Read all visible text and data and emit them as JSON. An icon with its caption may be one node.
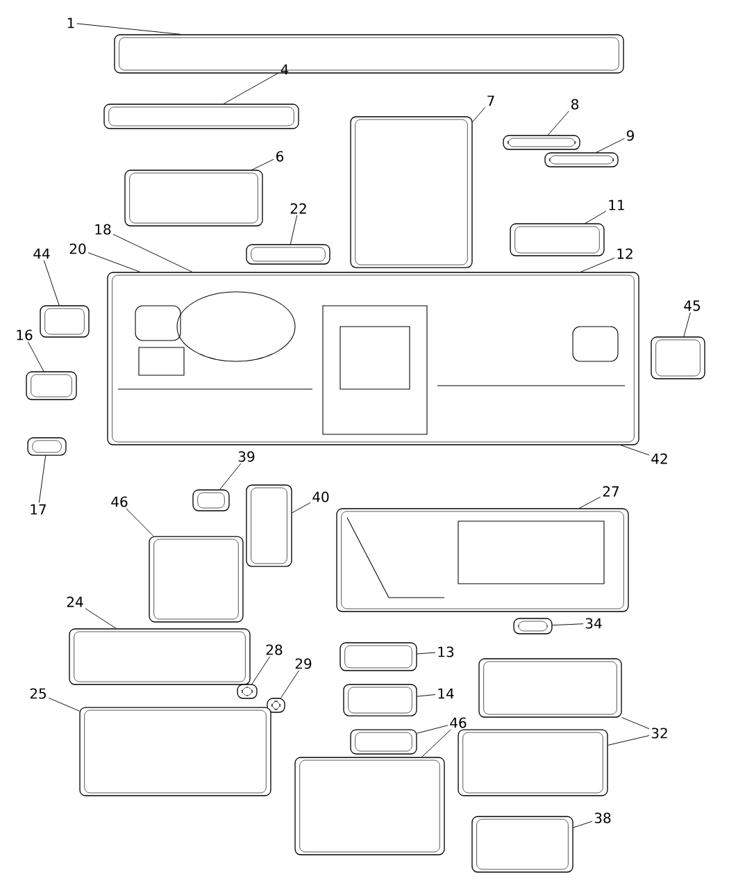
{
  "diagram": {
    "nodes": [
      {
        "text": [
          "1"
        ]
      },
      {
        "text": [],
        "shape": "picture"
      },
      {
        "text": [
          "4"
        ]
      },
      {
        "text": [],
        "shape": "picture"
      },
      {
        "text": [
          "7"
        ]
      },
      {
        "text": [],
        "shape": "picture"
      },
      {
        "text": [
          "8"
        ]
      },
      {
        "text": [],
        "shape": "picture"
      },
      {
        "text": [
          "9"
        ]
      },
      {
        "text": [],
        "shape": "picture"
      },
      {
        "text": [
          "6"
        ]
      },
      {
        "text": [],
        "shape": "picture"
      },
      {
        "text": [
          "22"
        ]
      },
      {
        "text": [],
        "shape": "picture"
      },
      {
        "text": [
          "11"
        ]
      },
      {
        "text": [],
        "shape": "picture"
      },
      {
        "text": [
          "44"
        ]
      },
      {
        "text": [],
        "shape": "picture"
      },
      {
        "text": [
          "18"
        ]
      },
      {
        "text": [
          "20"
        ]
      },
      {
        "text": [],
        "shape": "picture"
      },
      {
        "text": [
          "12"
        ]
      },
      {
        "text": [
          "45"
        ]
      },
      {
        "text": [],
        "shape": "picture"
      },
      {
        "text": [
          "42"
        ]
      },
      {
        "text": [
          "16"
        ]
      },
      {
        "text": [],
        "shape": "picture"
      },
      {
        "text": [
          "17"
        ]
      },
      {
        "text": [],
        "shape": "picture"
      },
      {
        "text": [
          "39"
        ]
      },
      {
        "text": [],
        "shape": "picture"
      },
      {
        "text": [
          "40"
        ]
      },
      {
        "text": [],
        "shape": "picture"
      },
      {
        "text": [
          "46"
        ]
      },
      {
        "text": [],
        "shape": "picture"
      },
      {
        "text": [
          "27"
        ]
      },
      {
        "text": [],
        "shape": "picture"
      },
      {
        "text": [
          "34"
        ]
      },
      {
        "text": [],
        "shape": "picture"
      },
      {
        "text": [
          "24"
        ]
      },
      {
        "text": [],
        "shape": "picture"
      },
      {
        "text": [
          "28"
        ]
      },
      {
        "text": [],
        "shape": "picture"
      },
      {
        "text": [
          "29"
        ]
      },
      {
        "text": [],
        "shape": "picture"
      },
      {
        "text": [
          "13"
        ]
      },
      {
        "text": [],
        "shape": "picture"
      },
      {
        "text": [
          "14"
        ]
      },
      {
        "text": [],
        "shape": "picture"
      },
      {
        "text": [
          "25"
        ]
      },
      {
        "text": [],
        "shape": "picture"
      },
      {
        "text": [
          "32"
        ]
      },
      {
        "text": [],
        "shape": "picture"
      },
      {
        "text": [],
        "shape": "picture"
      },
      {
        "text": [
          "46"
        ]
      },
      {
        "text": [],
        "shape": "picture"
      },
      {
        "text": [],
        "shape": "picture"
      },
      {
        "text": [
          "38"
        ]
      },
      {
        "text": [],
        "shape": "picture"
      }
    ],
    "edges": [
      {
        "from": 0,
        "to": 1,
        "arrow": "none"
      },
      {
        "from": 2,
        "to": 3,
        "arrow": "none"
      },
      {
        "from": 4,
        "to": 5,
        "arrow": "none"
      },
      {
        "from": 6,
        "to": 7,
        "arrow": "none"
      },
      {
        "from": 8,
        "to": 9,
        "arrow": "none"
      },
      {
        "from": 10,
        "to": 11,
        "arrow": "none"
      },
      {
        "from": 12,
        "to": 13,
        "arrow": "none"
      },
      {
        "from": 14,
        "to": 15,
        "arrow": "none"
      },
      {
        "from": 16,
        "to": 17,
        "arrow": "none"
      },
      {
        "from": 18,
        "to": 20,
        "arrow": "none"
      },
      {
        "from": 19,
        "to": 20,
        "arrow": "none"
      },
      {
        "from": 21,
        "to": 20,
        "arrow": "none"
      },
      {
        "from": 22,
        "to": 23,
        "arrow": "none"
      },
      {
        "from": 24,
        "to": 20,
        "arrow": "none"
      },
      {
        "from": 25,
        "to": 26,
        "arrow": "none"
      },
      {
        "from": 27,
        "to": 28,
        "arrow": "none"
      },
      {
        "from": 29,
        "to": 30,
        "arrow": "none"
      },
      {
        "from": 31,
        "to": 32,
        "arrow": "none"
      },
      {
        "from": 33,
        "to": 34,
        "arrow": "none"
      },
      {
        "from": 35,
        "to": 36,
        "arrow": "none"
      },
      {
        "from": 37,
        "to": 38,
        "arrow": "none"
      },
      {
        "from": 39,
        "to": 40,
        "arrow": "none"
      },
      {
        "from": 41,
        "to": 42,
        "arrow": "none"
      },
      {
        "from": 43,
        "to": 44,
        "arrow": "none"
      },
      {
        "from": 45,
        "to": 46,
        "arrow": "none"
      },
      {
        "from": 47,
        "to": 48,
        "arrow": "none"
      },
      {
        "from": 49,
        "to": 50,
        "arrow": "none"
      },
      {
        "from": 51,
        "to": 52,
        "arrow": "none"
      },
      {
        "from": 51,
        "to": 53,
        "arrow": "none"
      },
      {
        "from": 54,
        "to": 55,
        "arrow": "none"
      },
      {
        "from": 54,
        "to": 56,
        "arrow": "none"
      },
      {
        "from": 57,
        "to": 58,
        "arrow": "none"
      }
    ]
  }
}
